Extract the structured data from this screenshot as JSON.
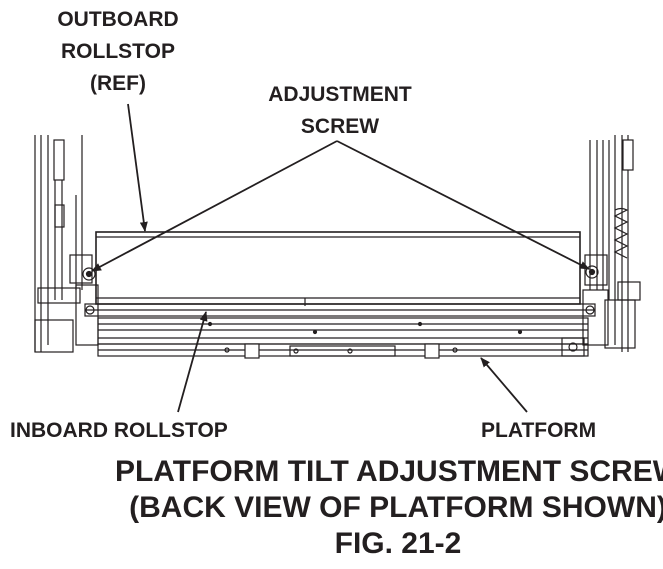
{
  "callouts": {
    "outboard_rollstop": [
      "OUTBOARD",
      "ROLLSTOP",
      "(REF)"
    ],
    "adjustment_screw": [
      "ADJUSTMENT",
      "SCREW"
    ],
    "inboard_rollstop": "INBOARD ROLLSTOP",
    "platform": "PLATFORM"
  },
  "caption": {
    "line1": "PLATFORM TILT ADJUSTMENT SCREW",
    "line2": "(BACK VIEW OF PLATFORM SHOWN)",
    "line3": "FIG. 21-2"
  }
}
